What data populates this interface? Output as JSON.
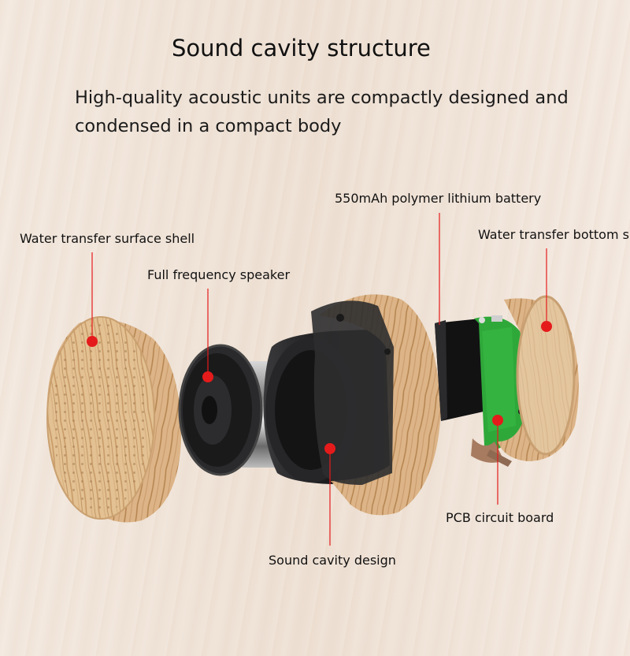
{
  "header": {
    "title": "Sound cavity structure",
    "subtitle": "High-quality acoustic units are compactly designed and condensed in a compact body"
  },
  "labels": {
    "surface_shell": "Water transfer surface shell",
    "speaker": "Full frequency speaker",
    "battery": "550mAh polymer lithium battery",
    "bottom_shell": "Water transfer bottom s",
    "pcb": "PCB circuit board",
    "cavity": "Sound cavity design"
  },
  "colors": {
    "marker": "#e51b1b",
    "wood_light": "#e8c99c",
    "wood_dark": "#b9875a",
    "pcb_green": "#2fa83a",
    "cavity_black": "#1d1d1f"
  }
}
